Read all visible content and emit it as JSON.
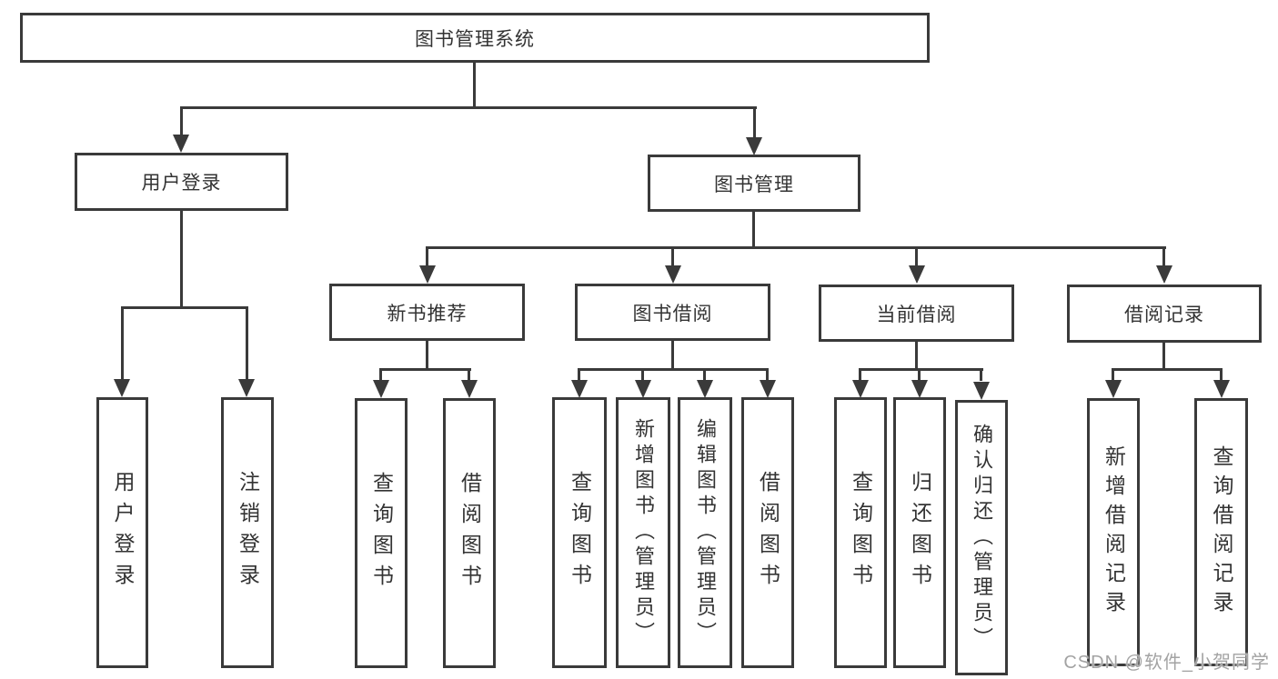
{
  "root": {
    "label": "图书管理系统"
  },
  "level2": [
    {
      "label": "用户登录",
      "children": [
        {
          "label": "用户登录"
        },
        {
          "label": "注销登录"
        }
      ]
    },
    {
      "label": "图书管理",
      "children": [
        {
          "label": "新书推荐",
          "children": [
            {
              "label": "查询图书"
            },
            {
              "label": "借阅图书"
            }
          ]
        },
        {
          "label": "图书借阅",
          "children": [
            {
              "label": "查询图书"
            },
            {
              "label": "新增图书（管理员）"
            },
            {
              "label": "编辑图书（管理员）"
            },
            {
              "label": "借阅图书"
            }
          ]
        },
        {
          "label": "当前借阅",
          "children": [
            {
              "label": "查询图书"
            },
            {
              "label": "归还图书"
            },
            {
              "label": "确认归还（管理员）"
            }
          ]
        },
        {
          "label": "借阅记录",
          "children": [
            {
              "label": "新增借阅记录"
            },
            {
              "label": "查询借阅记录"
            }
          ]
        }
      ]
    }
  ],
  "watermark": "CSDN @软件_小贺同学",
  "colors": {
    "line": "#3a3a3a",
    "text": "#333333",
    "watermark": "#a3a3a3",
    "background": "#ffffff"
  }
}
